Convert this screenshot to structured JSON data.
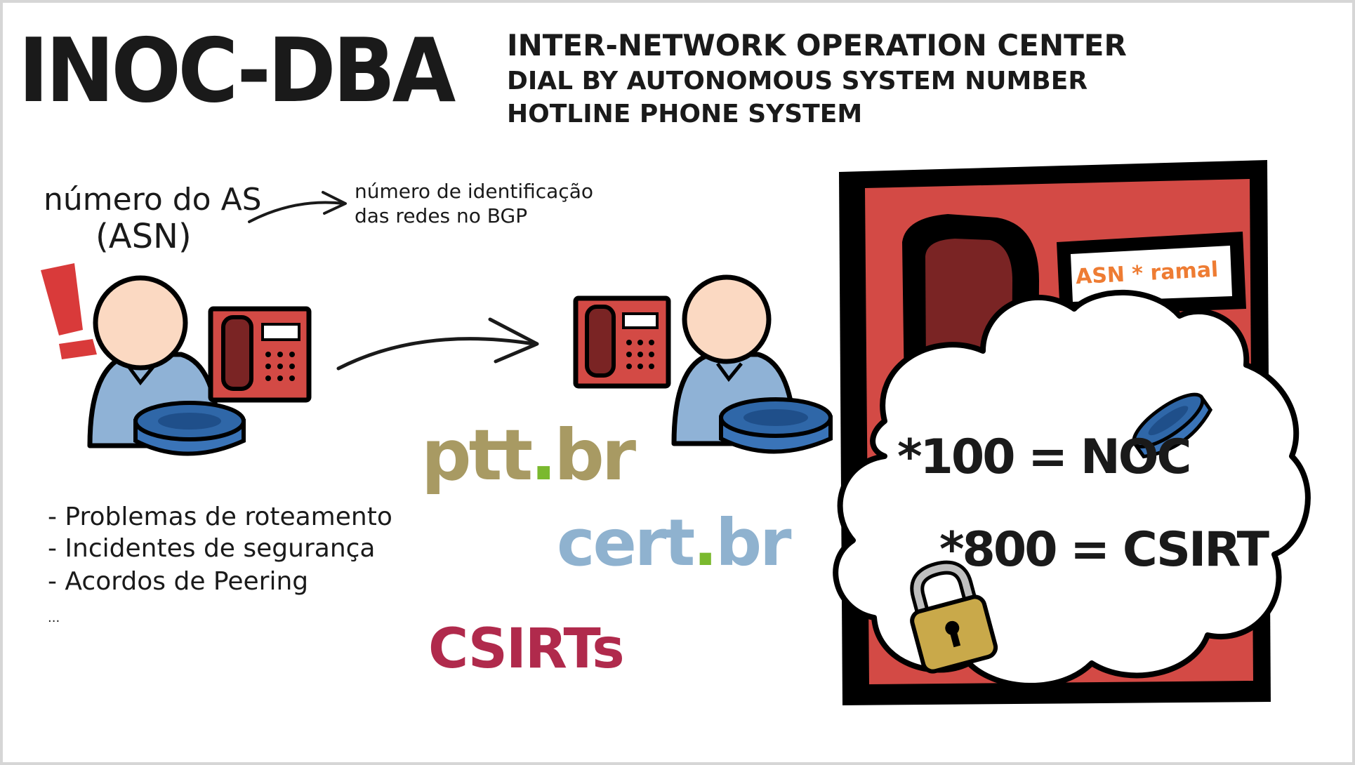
{
  "title": "INOC-DBA",
  "subtitle": {
    "line1": "INTER-NETWORK OPERATION CENTER",
    "line2": "DIAL BY AUTONOMOUS SYSTEM NUMBER",
    "line3": "HOTLINE PHONE SYSTEM"
  },
  "asn": {
    "label_line1": "número do AS",
    "label_line2": "(ASN)",
    "note_line1": "número de identificação",
    "note_line2": "das redes no BGP"
  },
  "bullets": [
    "- Problemas de roteamento",
    "- Incidentes de segurança",
    "- Acordos de Peering"
  ],
  "ellipsis": "...",
  "logos": {
    "ptt_main": "ptt",
    "ptt_dot": ".",
    "ptt_suffix": "br",
    "cert_main": "cert",
    "cert_dot": ".",
    "cert_suffix": "br",
    "csirts": "CSIRTs"
  },
  "phone_screen_label": "ASN * ramal",
  "codes": {
    "noc": "*100 = NOC",
    "csirt": "*800 = CSIRT"
  },
  "colors": {
    "phone_red": "#d34a45",
    "handset_dark": "#7a2424",
    "person_skin": "#fbd9c2",
    "person_shirt": "#8fb2d6",
    "router_blue": "#3a74b8",
    "lock_gold": "#c9a94a",
    "ptt_olive": "#a89a63",
    "cert_blue": "#8fb2cf",
    "logo_green": "#7ab92e",
    "csirts_red": "#b02a4c",
    "screen_label_orange": "#ee7c33"
  }
}
